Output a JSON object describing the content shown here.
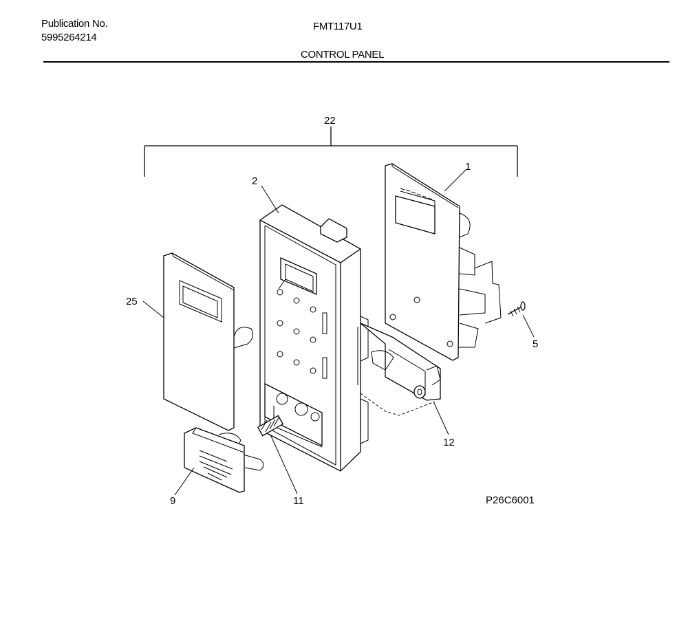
{
  "header": {
    "publication_label": "Publication No.",
    "publication_number": "5995264214",
    "model": "FMT117U1",
    "section_title": "CONTROL PANEL"
  },
  "callouts": {
    "assembly": "22",
    "pcb": "1",
    "frame": "2",
    "overlay": "25",
    "screw": "5",
    "latch": "12",
    "button": "9",
    "spring": "11"
  },
  "diagram_code": "P26C6001"
}
